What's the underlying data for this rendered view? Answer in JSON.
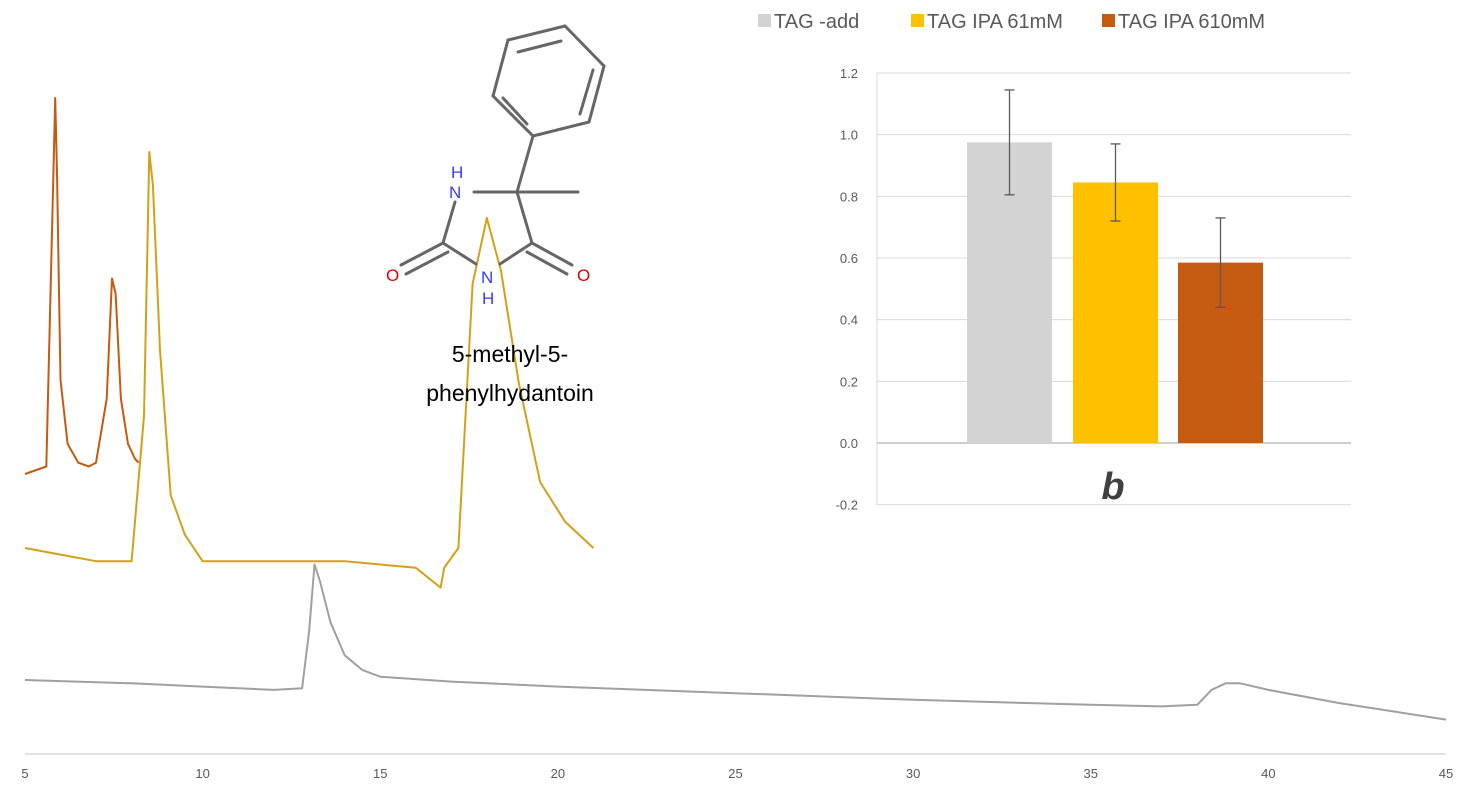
{
  "chart_data": [
    {
      "type": "line",
      "x_ticks": [
        5,
        10,
        15,
        20,
        25,
        30,
        35,
        40,
        45
      ],
      "xlim": [
        5,
        45
      ],
      "series": [
        {
          "color": "#C55A11",
          "x": [
            5.0,
            5.6,
            5.75,
            5.85,
            5.9,
            6.0,
            6.2,
            6.5,
            6.8,
            7.0,
            7.3,
            7.45,
            7.55,
            7.7,
            7.9,
            8.1,
            8.2
          ],
          "y": [
            0.0,
            0.02,
            0.6,
            1.0,
            0.8,
            0.25,
            0.08,
            0.03,
            0.02,
            0.03,
            0.2,
            0.52,
            0.48,
            0.2,
            0.08,
            0.04,
            0.03
          ]
        },
        {
          "color": "#D4A017",
          "x": [
            5.0,
            6.0,
            7.0,
            8.0,
            8.35,
            8.5,
            8.6,
            8.8,
            9.1,
            9.5,
            10.0,
            12.0,
            14.0,
            16.0,
            16.7,
            16.8,
            17.2,
            17.6,
            18.0,
            18.4,
            18.9,
            19.5,
            20.2,
            21.0
          ],
          "y": [
            0.0,
            -0.01,
            -0.02,
            -0.02,
            0.2,
            0.6,
            0.55,
            0.3,
            0.08,
            0.02,
            -0.02,
            -0.02,
            -0.02,
            -0.03,
            -0.06,
            -0.03,
            0.0,
            0.4,
            0.5,
            0.42,
            0.25,
            0.1,
            0.04,
            0.0
          ]
        },
        {
          "color": "#A0A0A0",
          "x": [
            5.0,
            8.0,
            10.0,
            12.0,
            12.8,
            13.0,
            13.15,
            13.3,
            13.6,
            14.0,
            14.5,
            15.0,
            17.0,
            20.0,
            25.0,
            30.0,
            35.0,
            37.0,
            38.0,
            38.4,
            38.8,
            39.2,
            40.0,
            42.0,
            45.0
          ],
          "y": [
            0.0,
            -0.02,
            -0.04,
            -0.06,
            -0.05,
            0.3,
            0.7,
            0.6,
            0.35,
            0.15,
            0.06,
            0.02,
            -0.01,
            -0.04,
            -0.08,
            -0.12,
            -0.15,
            -0.16,
            -0.15,
            -0.06,
            -0.02,
            -0.02,
            -0.06,
            -0.14,
            -0.24
          ]
        }
      ]
    },
    {
      "type": "bar",
      "categories": [
        "b"
      ],
      "ylim": [
        -0.2,
        1.2
      ],
      "y_ticks": [
        "1.2",
        "1.0",
        "0.8",
        "0.6",
        "0.4",
        "0.2",
        "0.0",
        "-0.2"
      ],
      "grid": true,
      "legend_position": "top",
      "series": [
        {
          "name": "TAG -add",
          "color": "#D3D3D3",
          "values": [
            0.975
          ],
          "error": [
            0.17
          ]
        },
        {
          "name": "TAG IPA 61mM",
          "color": "#FFC000",
          "values": [
            0.845
          ],
          "error": [
            0.125
          ]
        },
        {
          "name": "TAG IPA 610mM",
          "color": "#C55A11",
          "values": [
            0.585
          ],
          "error": [
            0.145
          ]
        }
      ]
    }
  ],
  "molecule": {
    "name_line1": "5-methyl-5-",
    "name_line2": "phenylhydantoin",
    "atoms": {
      "h_top": "H",
      "n_top": "N",
      "n_bottom": "N",
      "h_bottom": "H",
      "o_left": "O",
      "o_right": "O"
    },
    "colors": {
      "bond": "#666666",
      "nitrogen": "#3A3AFF",
      "oxygen": "#E00000"
    }
  }
}
